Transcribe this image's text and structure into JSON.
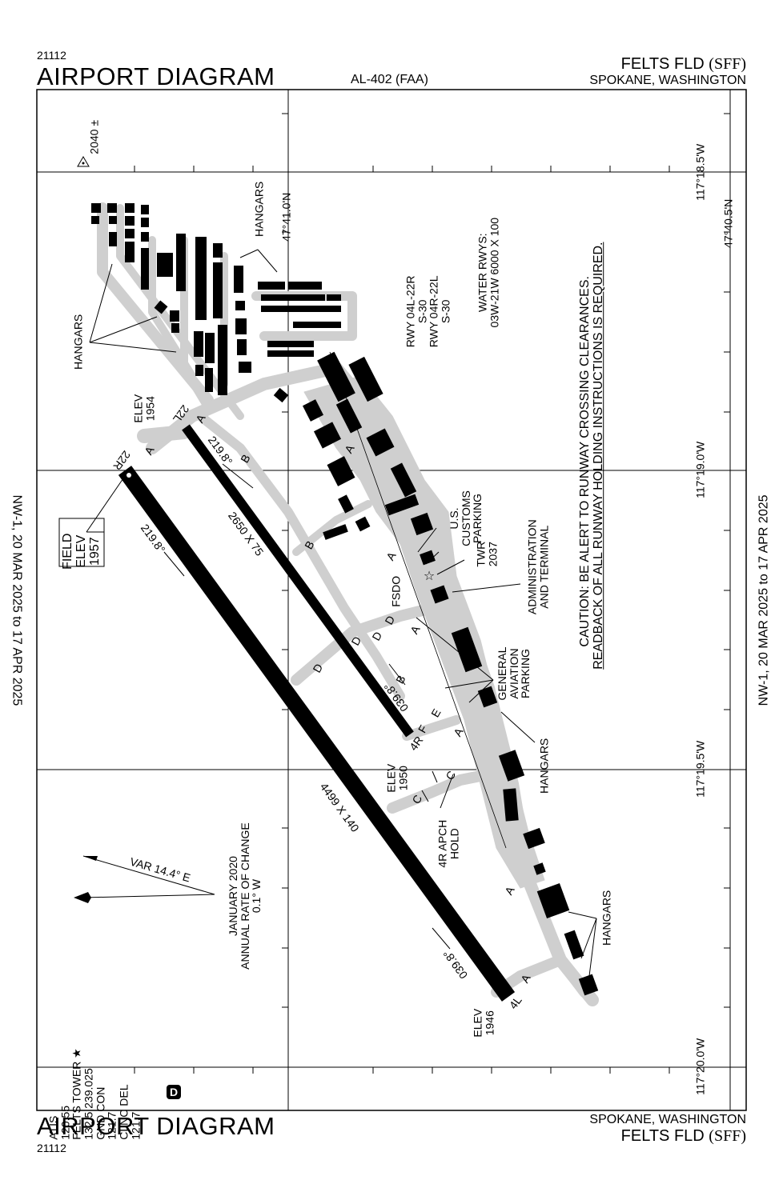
{
  "header": {
    "chart_number": "21112",
    "title": "AIRPORT DIAGRAM",
    "procedure_id": "AL-402 (FAA)",
    "airport_name": "FELTS FLD",
    "airport_id": "(SFF)",
    "city_state": "SPOKANE, WASHINGTON"
  },
  "footer": {
    "chart_number": "21112",
    "title": "AIRPORT DIAGRAM",
    "city_state": "SPOKANE, WASHINGTON",
    "airport_name": "FELTS FLD",
    "airport_id": "(SFF)"
  },
  "side_date_left": "NW-1, 20 MAR 2025  to  17 APR 2025",
  "side_date_right": "NW-1, 20 MAR 2025  to  17 APR 2025",
  "grid_labels": {
    "lon_1": "117°18.5'W",
    "lon_2": "117°19.0'W",
    "lon_3": "117°19.5'W",
    "lon_4": "117°20.0'W",
    "lat_1": "47°41.0'N",
    "lat_2": "47°40.5'N"
  },
  "obstacle": {
    "elevation": "2040 ±"
  },
  "runway_info": {
    "line1": "RWY 04L-22R",
    "line2": "S-30",
    "line3": "RWY 04R-22L",
    "line4": "S-30",
    "line5": "WATER RWYS:",
    "line6": "03W-21W 6000 X 100"
  },
  "caution": {
    "line1": "CAUTION: BE ALERT TO RUNWAY CROSSING CLEARANCES.",
    "line2": "READBACK OF ALL RUNWAY HOLDING INSTRUCTIONS IS REQUIRED."
  },
  "frequencies": {
    "atis_label": "ATIS",
    "atis_freq": "120.55",
    "tower_label": "FELTS TOWER ★",
    "tower_freq": "132.5 239.025",
    "gnd_label": "GND CON",
    "gnd_freq": "121.7",
    "clnc_label": "CLNC DEL",
    "clnc_freq": "121.7",
    "d_symbol": "D"
  },
  "magvar": {
    "var": "VAR 14.4° E",
    "line1": "JANUARY 2020",
    "line2": "ANNUAL RATE OF CHANGE",
    "line3": "0.1° W"
  },
  "field_elev": {
    "line1": "FIELD",
    "line2": "ELEV",
    "line3": "1957"
  },
  "elevations": {
    "rwy22l_label": "ELEV",
    "rwy22l_value": "1954",
    "rwy4r_label": "ELEV",
    "rwy4r_value": "1950",
    "rwy4l_label": "ELEV",
    "rwy4l_value": "1946"
  },
  "runways": {
    "rwy_22r": "22R",
    "rwy_22l": "22L",
    "rwy_4r": "4R",
    "rwy_4l": "4L",
    "dims_long": "4499 X 140",
    "dims_short": "2650 X 75",
    "hdg_219_long": "219.8°",
    "hdg_219_short": "219.8°",
    "hdg_039_short": "039.8°",
    "hdg_039_long": "039.8°"
  },
  "labels": {
    "hangars_nw": "HANGARS",
    "hangars_n": "HANGARS",
    "hangars_mid": "HANGARS",
    "hangars_se": "HANGARS",
    "customs": "U.S.\nCUSTOMS\nPARKING",
    "twr": "TWR\n2037",
    "admin": "ADMINISTRATION\nAND TERMINAL",
    "ga_parking": "GENERAL\nAVIATION\nPARKING",
    "fsdo": "FSDO",
    "apch_hold": "4R APCH\nHOLD"
  },
  "taxiways": {
    "a1": "A",
    "a2": "A",
    "a3": "A",
    "a4": "A",
    "a5": "A",
    "a6": "A",
    "a7": "A",
    "a8": "A",
    "b1": "B",
    "b2": "B",
    "b3": "B",
    "c1": "C",
    "c2": "C",
    "d1": "D",
    "d2": "D",
    "d3": "D",
    "d4": "D",
    "e1": "E",
    "f1": "F"
  }
}
